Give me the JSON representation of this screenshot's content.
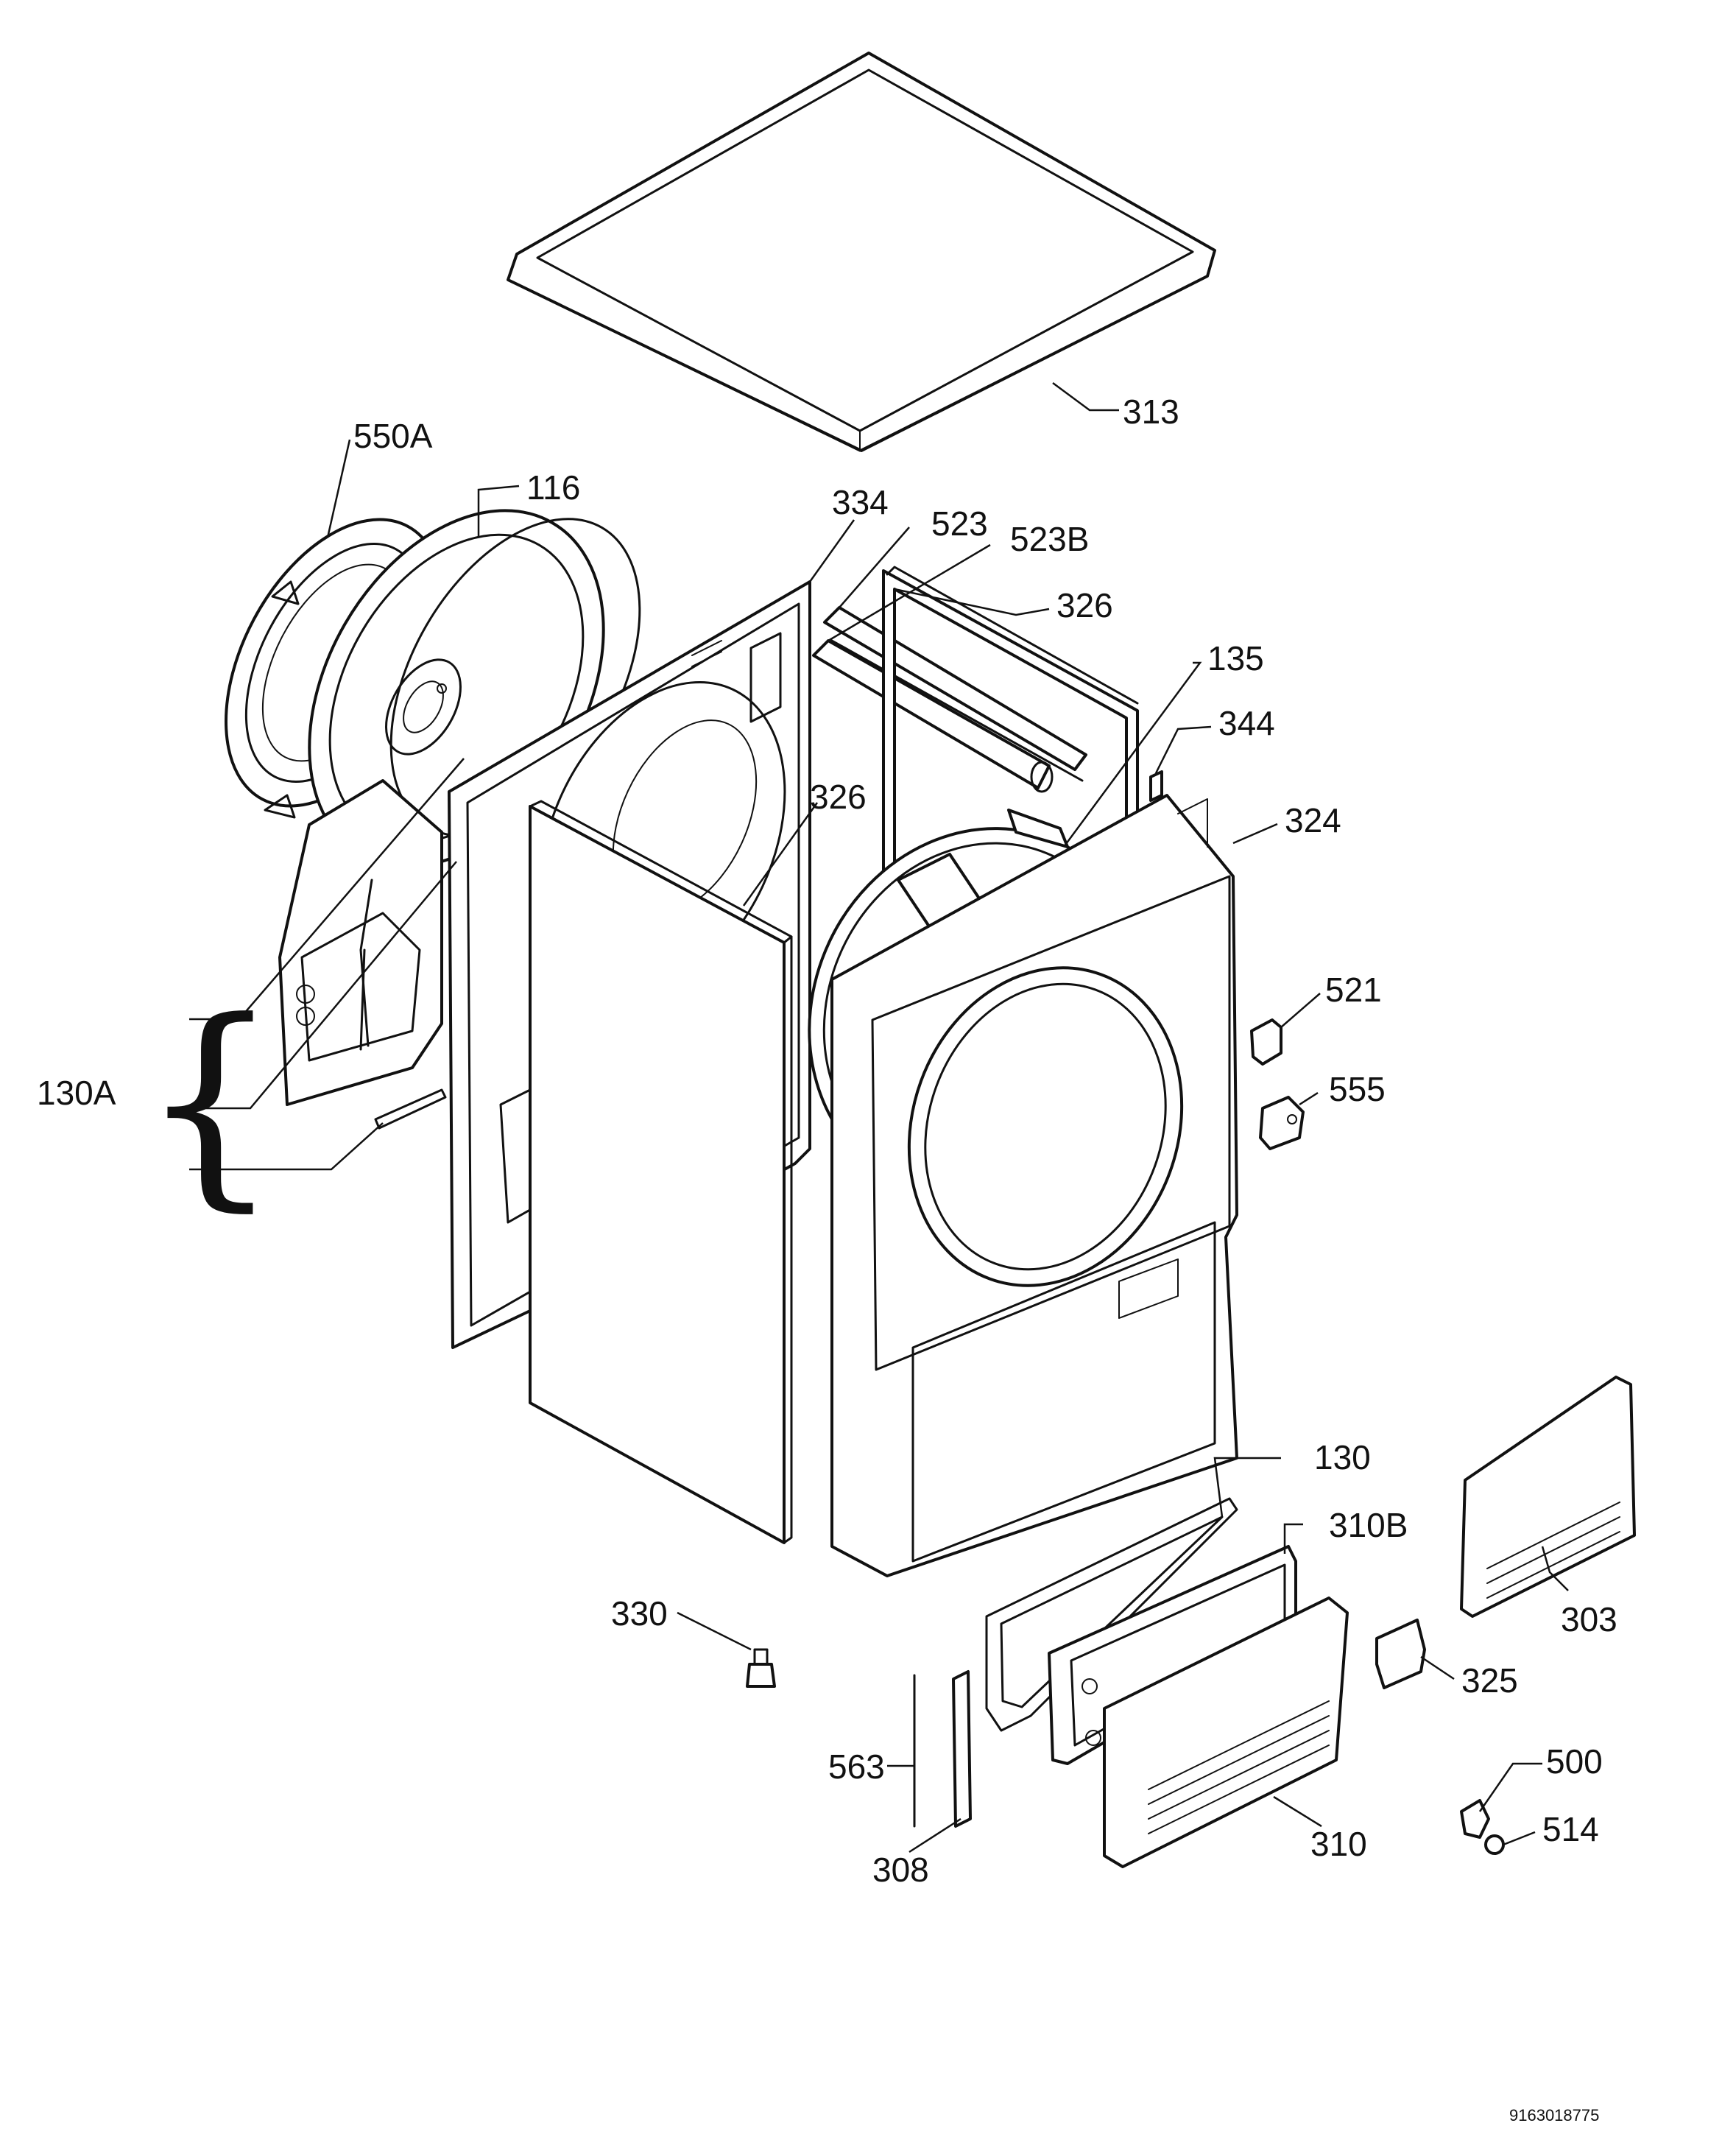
{
  "diagram": {
    "reference_number": "9163018775",
    "brace_glyph": "{",
    "labels": {
      "p313": "313",
      "p550A": "550A",
      "p116": "116",
      "p334": "334",
      "p523": "523",
      "p523B": "523B",
      "p326_top": "326",
      "p135": "135",
      "p344": "344",
      "p324": "324",
      "p326_mid": "326",
      "p521": "521",
      "p555": "555",
      "p130A": "130A",
      "p130": "130",
      "p310B": "310B",
      "p303": "303",
      "p330": "330",
      "p325": "325",
      "p563": "563",
      "p500": "500",
      "p514": "514",
      "p308": "308",
      "p310": "310"
    }
  }
}
